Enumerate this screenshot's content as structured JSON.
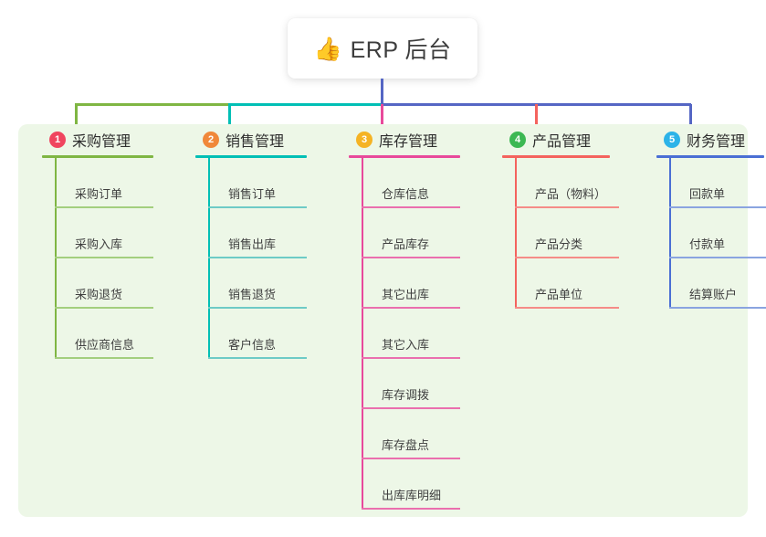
{
  "root": {
    "emoji": "👍",
    "emoji_name": "thumbs-up-icon",
    "title": "ERP 后台"
  },
  "panel": {
    "background": "#edf7e7"
  },
  "trunk_color": "#5566c4",
  "columns": [
    {
      "number": "1",
      "title": "采购管理",
      "badge_color": "#f0455f",
      "line_color": "#7fb643",
      "leaf_line_color": "#a3cf7e",
      "items": [
        "采购订单",
        "采购入库",
        "采购退货",
        "供应商信息"
      ]
    },
    {
      "number": "2",
      "title": "销售管理",
      "badge_color": "#f0883a",
      "line_color": "#00bfb5",
      "leaf_line_color": "#6ecbc6",
      "items": [
        "销售订单",
        "销售出库",
        "销售退货",
        "客户信息"
      ]
    },
    {
      "number": "3",
      "title": "库存管理",
      "badge_color": "#f5b324",
      "line_color": "#e8499b",
      "leaf_line_color": "#ea6fae",
      "items": [
        "仓库信息",
        "产品库存",
        "其它出库",
        "其它入库",
        "库存调拨",
        "库存盘点",
        "出库库明细"
      ]
    },
    {
      "number": "4",
      "title": "产品管理",
      "badge_color": "#3cb853",
      "line_color": "#f4635e",
      "leaf_line_color": "#f58c88",
      "items": [
        "产品（物料）",
        "产品分类",
        "产品单位"
      ]
    },
    {
      "number": "5",
      "title": "财务管理",
      "badge_color": "#2cb3e8",
      "line_color": "#4a6fd4",
      "leaf_line_color": "#8aa4e0",
      "items": [
        "回款单",
        "付款单",
        "结算账户"
      ]
    }
  ]
}
